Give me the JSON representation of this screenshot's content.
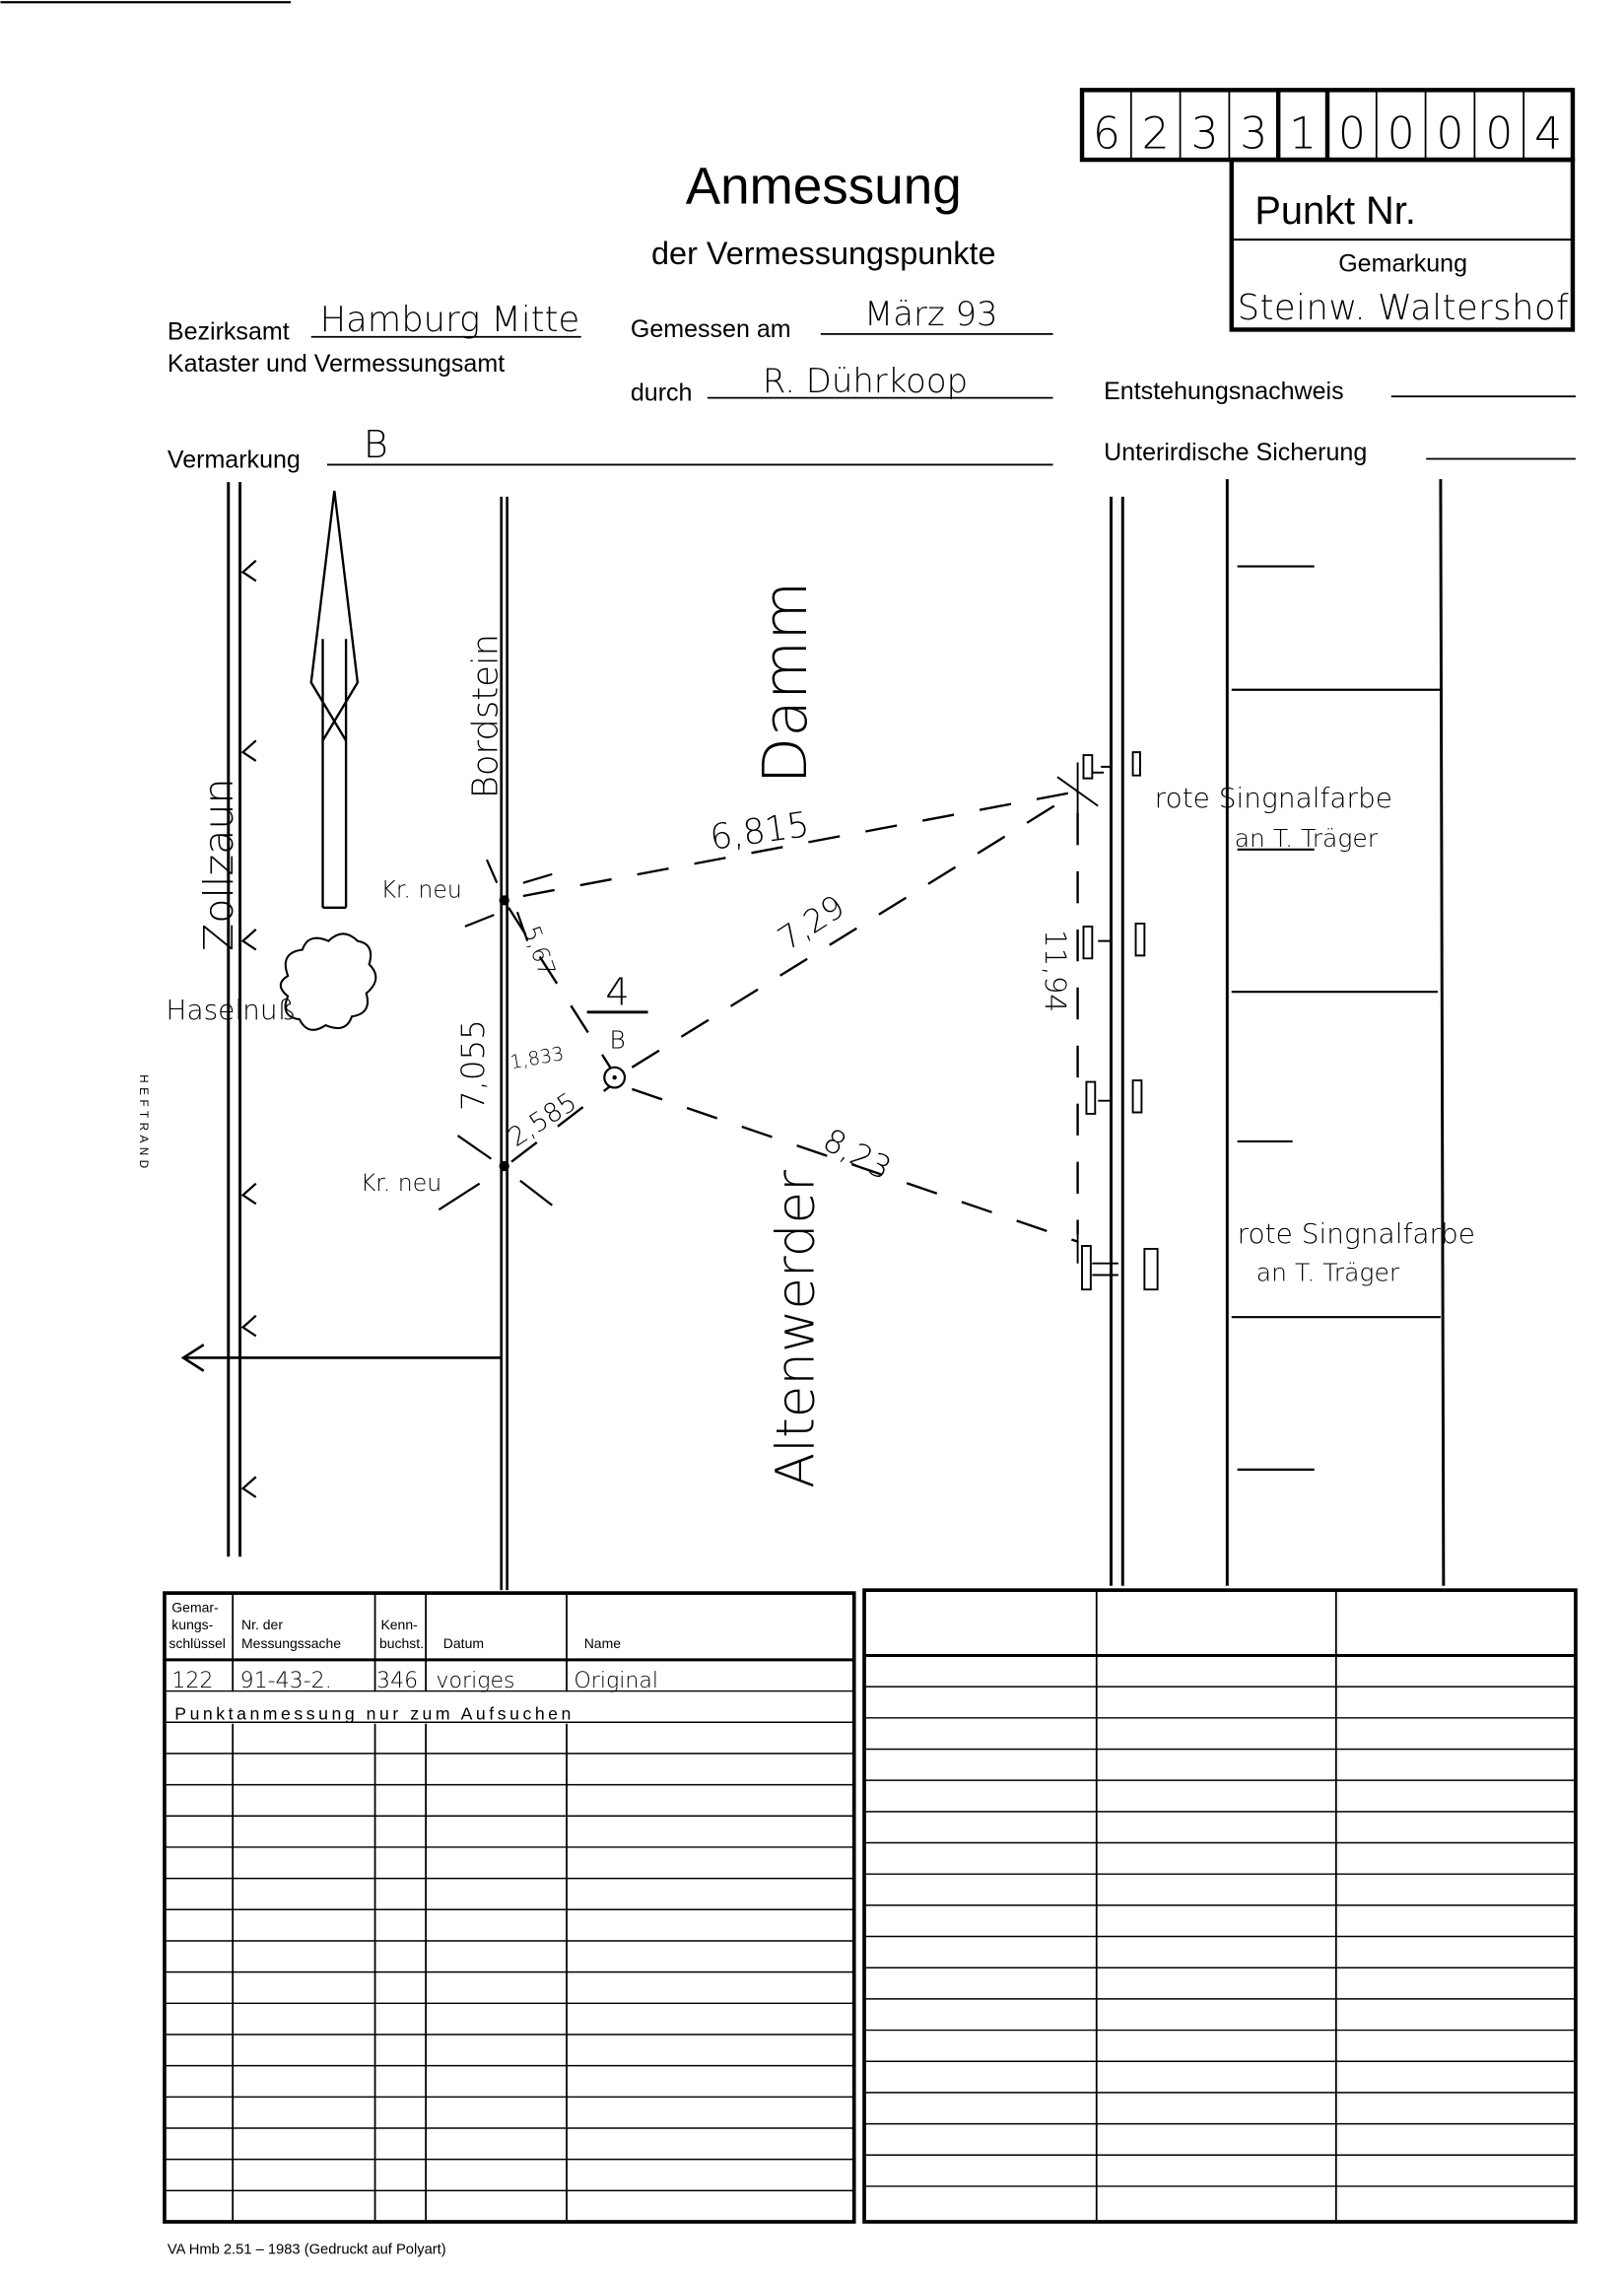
{
  "punkt_number_digits": [
    "6",
    "2",
    "3",
    "3",
    "1",
    "0",
    "0",
    "0",
    "0",
    "4"
  ],
  "punkt_box": {
    "label": "Punkt Nr.",
    "gemarkung_label": "Gemarkung",
    "gemarkung_value": "Steinw. Waltershof"
  },
  "header": {
    "title": "Anmessung",
    "subtitle": "der Vermessungspunkte",
    "bezirksamt_label": "Bezirksamt",
    "bezirksamt_value": "Hamburg Mitte",
    "kataster_label": "Kataster und Vermessungsamt",
    "gemessen_label": "Gemessen am",
    "gemessen_value": "März 93",
    "durch_label": "durch",
    "durch_value": "R. Dührkoop",
    "vermarkung_label": "Vermarkung",
    "vermarkung_value": "B",
    "entstehung_label": "Entstehungsnachweis",
    "sicherung_label": "Unterirdische Sicherung"
  },
  "sketch": {
    "zollzaun": "Zollzaun",
    "bordstein": "Bordstein",
    "damm": "Damm",
    "altenwerder": "Altenwerder",
    "haselnuss": "Haselnuß",
    "kr_neu_top": "Kr. neu",
    "kr_neu_bottom": "Kr. neu",
    "point_number": "4",
    "point_mark": "B",
    "dist_6815": "6,815",
    "dist_729": "7,29",
    "dist_823": "8,23",
    "dist_567": "5,67",
    "dist_7055": "7,055",
    "dist_1833": "1,833",
    "dist_2585": "2,585",
    "dist_1194": "11,94",
    "note_top_1": "rote Singnalfarbe",
    "note_top_2": "an T. Träger",
    "note_bottom_1": "rote Singnalfarbe",
    "note_bottom_2": "an T. Träger",
    "heftrand": "HEFTRAND"
  },
  "table": {
    "headers": {
      "schluessel": [
        "Gemar-",
        "kungs-",
        "schlüssel"
      ],
      "messungssache": [
        "Nr. der",
        "Messungssache"
      ],
      "kennbuchst": [
        "Kenn-",
        "buchst."
      ],
      "datum": "Datum",
      "name": "Name"
    },
    "row1": {
      "schluessel": "122",
      "messungssache": "91-43-2.",
      "kennbuchst": "346",
      "datum": "voriges",
      "name": "Original"
    },
    "row2_note": "Punktanmessung nur zum Aufsuchen"
  },
  "footer": "VA Hmb 2.51 – 1983 (Gedruckt auf Polyart)"
}
